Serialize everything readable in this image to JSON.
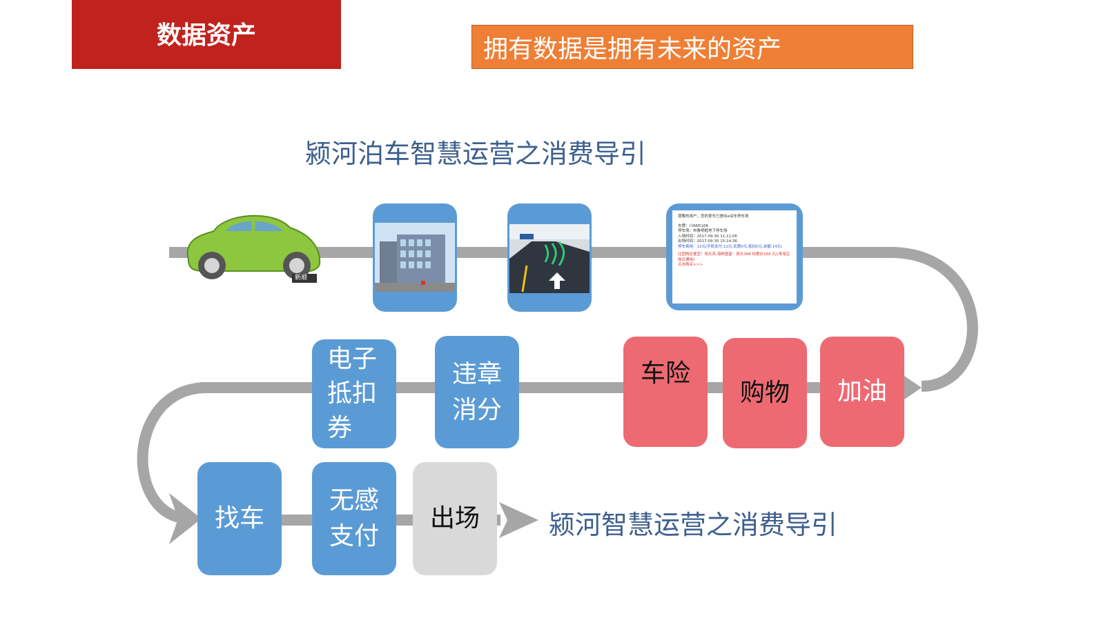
{
  "header": {
    "section_label": "数据资产",
    "banner": "拥有数据是拥有未来的资产"
  },
  "main": {
    "title": "颍河泊车智慧运营之消费导引",
    "footer_caption": "颍河智慧运营之消费导引"
  },
  "row3": {
    "car_insurance": "车险",
    "shopping": "购物",
    "refuel": "加油"
  },
  "row2": {
    "violation_points_1": "违章",
    "violation_points_2": "消分",
    "coupon_1": "电子",
    "coupon_2": "抵扣",
    "coupon_3": "券"
  },
  "row1": {
    "find_car": "找车",
    "pay_1": "无感",
    "pay_2": "支付",
    "exit": "出场"
  },
  "car_tag": "新顺",
  "receipt": {
    "greeting": "尊敬的用户，您的爱车已驶出e泊车停车场",
    "plate": "车牌：川AN516R",
    "lot": "停车场：布鲁明框地下停车场",
    "entry_time": "入场时间：2017-09-30 11:11:06",
    "exit_time": "出场时间：2017-09-30 15:14:36",
    "fee": "停车费用：12元(手机支付:12元,优惠0元,抵扣0元,余额:14元)",
    "promo": "比团购还便宜！阳光岛·海鲜盛宴：原价388 特惠价189 元/(青海豆枝日通用)",
    "more": "点击购买>>>"
  },
  "colors": {
    "red_tag": "#c0221d",
    "orange_banner": "#ee7f35",
    "blue_box": "#5b9bd5",
    "red_box": "#ed6a72",
    "gray_box": "#d9d9d9",
    "flow_line": "#a6a6a6",
    "title_text": "#3d5f8e"
  }
}
